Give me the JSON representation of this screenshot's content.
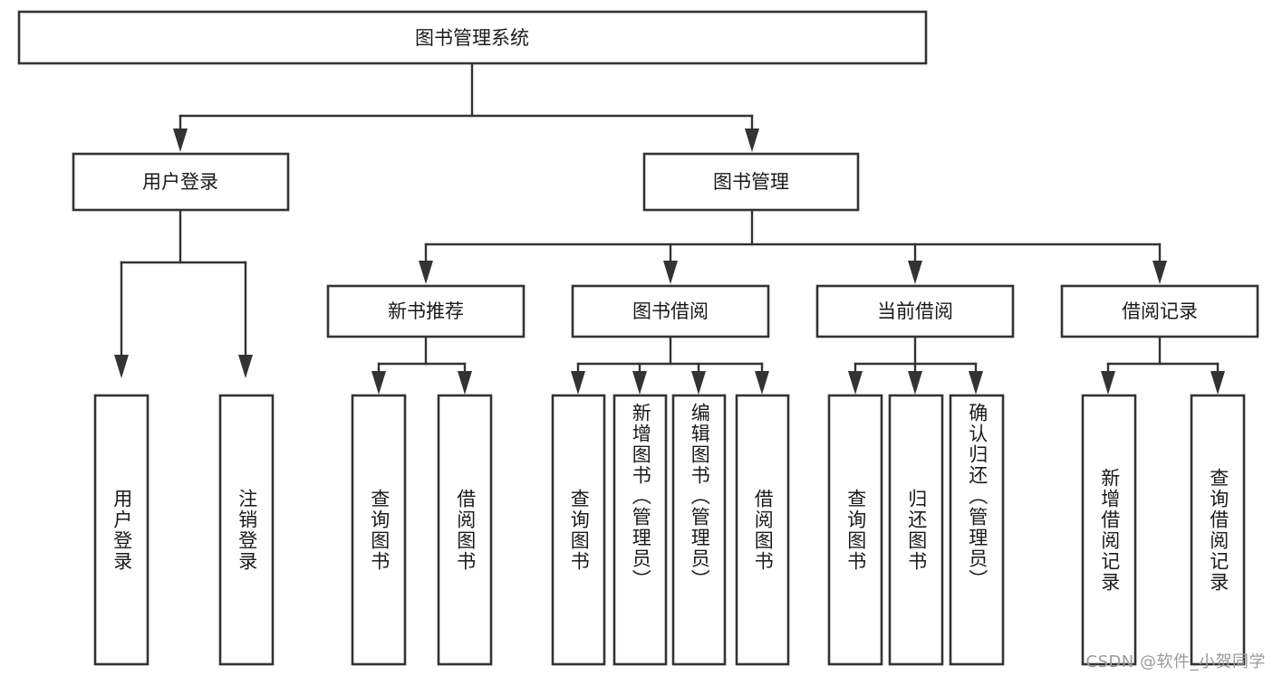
{
  "diagram": {
    "title": "图书管理系统",
    "type": "tree-hierarchy-diagram",
    "colors": {
      "box_stroke": "#333333",
      "box_fill": "#ffffff",
      "text": "#1a1a1a",
      "background": "#ffffff",
      "watermark": "#9a9a9a"
    },
    "root": {
      "label": "图书管理系统"
    },
    "level2": [
      {
        "label": "用户登录"
      },
      {
        "label": "图书管理"
      }
    ],
    "level3": [
      {
        "label": "新书推荐"
      },
      {
        "label": "图书借阅"
      },
      {
        "label": "当前借阅"
      },
      {
        "label": "借阅记录"
      }
    ],
    "leaves_user_login": [
      {
        "label": "用户登录"
      },
      {
        "label": "注销登录"
      }
    ],
    "leaves_new_book": [
      {
        "label": "查询图书"
      },
      {
        "label": "借阅图书"
      }
    ],
    "leaves_borrow": [
      {
        "label": "查询图书"
      },
      {
        "label": "新增图书（管理员）"
      },
      {
        "label": "编辑图书（管理员）"
      },
      {
        "label": "借阅图书"
      }
    ],
    "leaves_current": [
      {
        "label": "查询图书"
      },
      {
        "label": "归还图书"
      },
      {
        "label": "确认归还（管理员）"
      }
    ],
    "leaves_record": [
      {
        "label": "新增借阅记录"
      },
      {
        "label": "查询借阅记录"
      }
    ]
  },
  "watermark": {
    "text": "CSDN @软件_小贺同学"
  }
}
